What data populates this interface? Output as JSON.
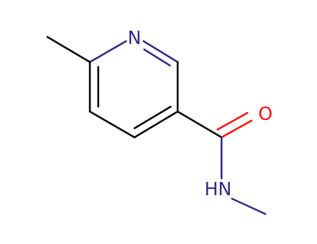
{
  "molecule": {
    "atoms": {
      "ring_nitrogen": "N",
      "carbonyl_oxygen": "O",
      "amide_nitrogen": "HN"
    },
    "colors": {
      "bond": "#000000",
      "nitrogen": "#2e2a82",
      "oxygen": "#ff0d0d"
    }
  }
}
